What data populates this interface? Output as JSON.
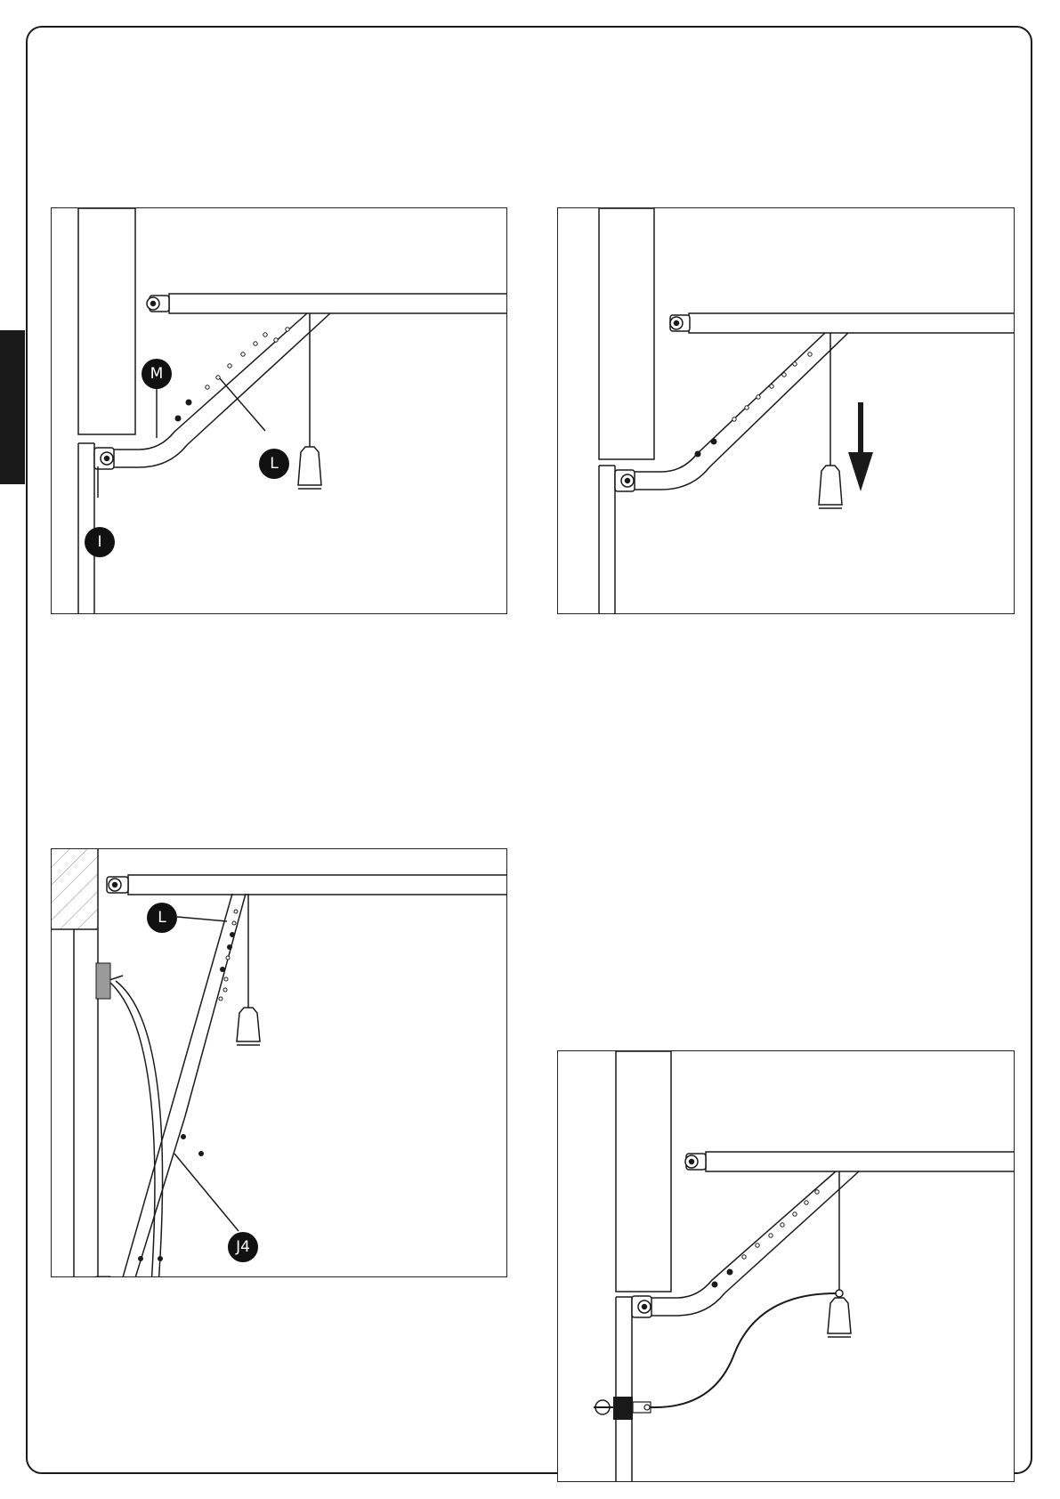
{
  "colors": {
    "ink": "#1a1a1a",
    "wall_fill": "#ffffff",
    "pad_fill": "#9a9a9a",
    "callout_fill": "#111111",
    "callout_text": "#ffffff"
  },
  "panels": [
    {
      "id": "panel-1",
      "callouts": [
        {
          "label": "M"
        },
        {
          "label": "L"
        },
        {
          "label": "I"
        }
      ]
    },
    {
      "id": "panel-2",
      "callouts": [],
      "arrow": "down-arrow-icon"
    },
    {
      "id": "panel-3",
      "callouts": [
        {
          "label": "L"
        },
        {
          "label": "J4"
        }
      ]
    },
    {
      "id": "panel-4",
      "callouts": [],
      "extra": "release-key-icon"
    }
  ]
}
